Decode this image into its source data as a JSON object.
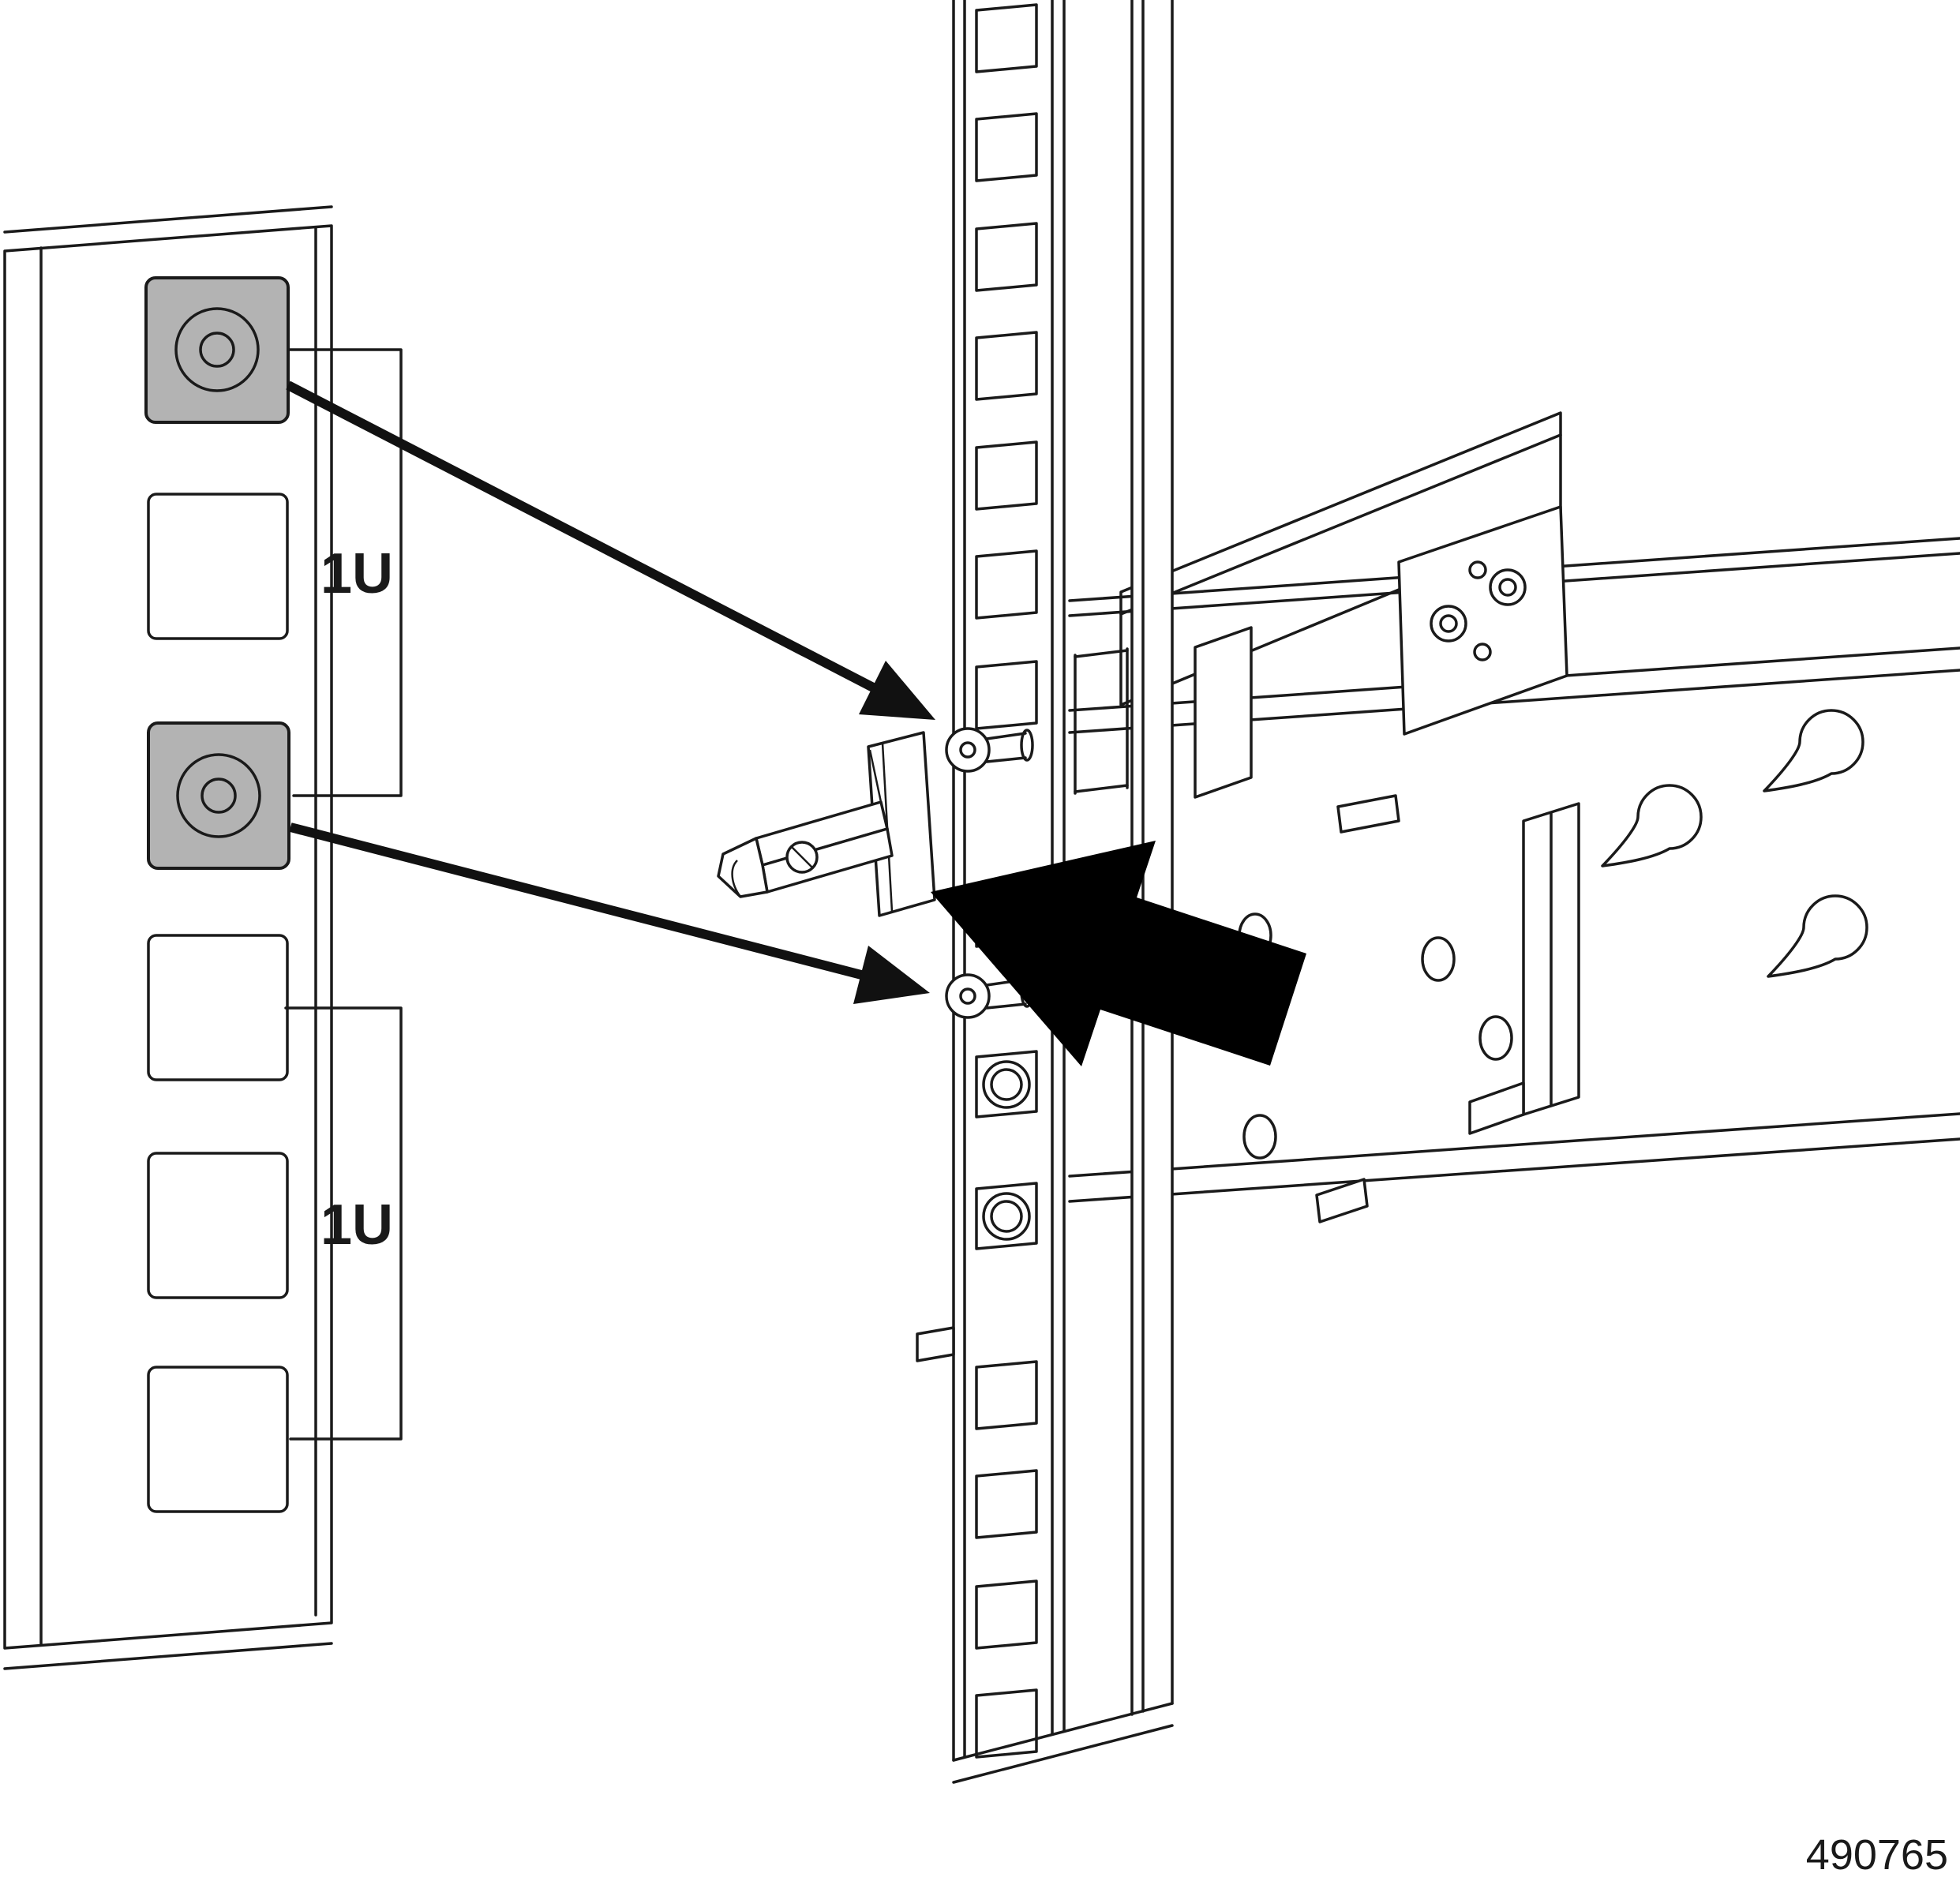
{
  "labels": {
    "u_spacing_top": "1U",
    "u_spacing_bottom": "1U"
  },
  "figure_number": "490765",
  "colors": {
    "line": "#1a1a1a",
    "highlight_fill": "#b3b3b3",
    "arrow_fill": "#000000",
    "background": "#ffffff"
  }
}
